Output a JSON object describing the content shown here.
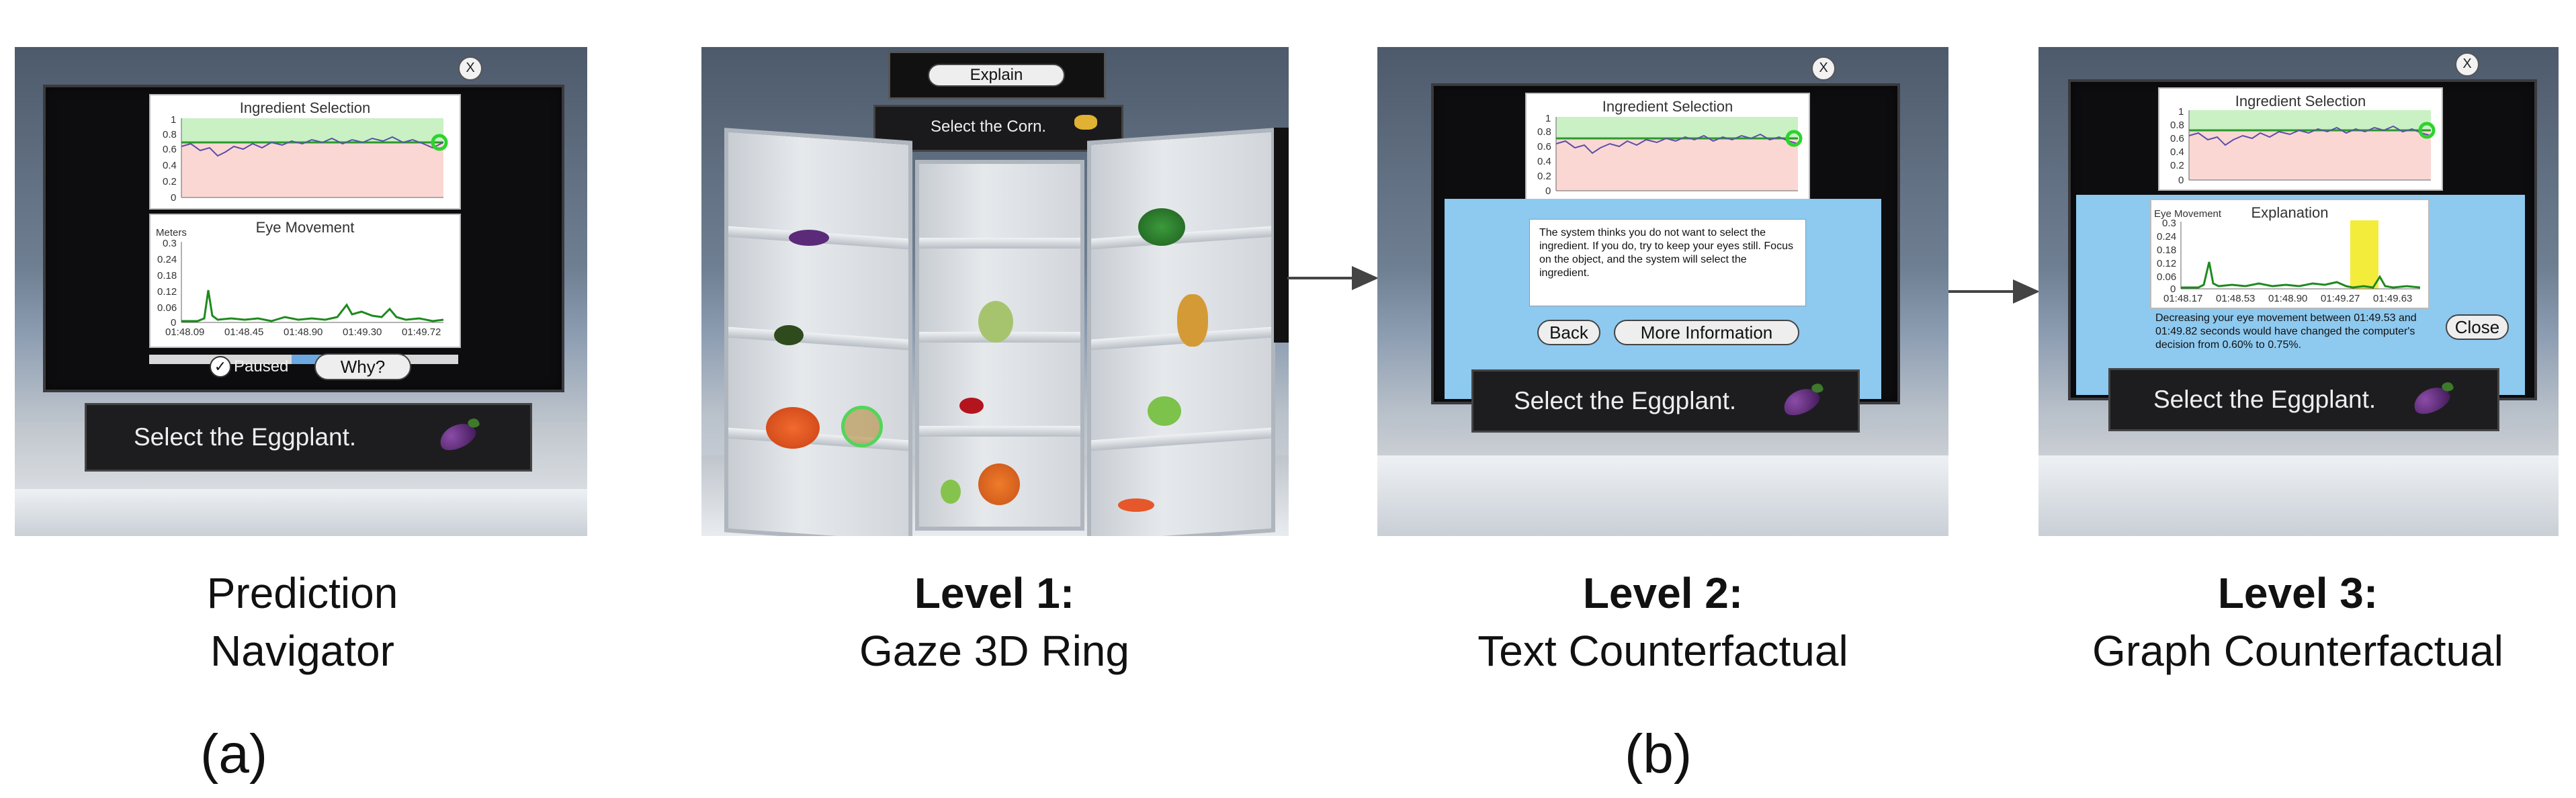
{
  "panel_a": {
    "chart_top": {
      "title": "Ingredient Selection",
      "y_ticks": [
        "1",
        "0.8",
        "0.6",
        "0.4",
        "0.2",
        "0"
      ]
    },
    "chart_bottom": {
      "title": "Eye Movement",
      "unit": "Meters",
      "y_ticks": [
        "0.3",
        "0.24",
        "0.18",
        "0.12",
        "0.06",
        "0"
      ],
      "x_ticks": [
        "01:48.09",
        "01:48.45",
        "01:48.90",
        "01:49.30",
        "01:49.72"
      ]
    },
    "paused_label": "Paused",
    "why_button": "Why?",
    "close_button": "X",
    "instruction": "Select the Eggplant."
  },
  "panel_b1": {
    "explain_button": "Explain",
    "instruction": "Select the Corn."
  },
  "panel_b2": {
    "close_button": "X",
    "chart_title": "Ingredient Selection",
    "y_ticks": [
      "1",
      "0.8",
      "0.6",
      "0.4",
      "0.2",
      "0"
    ],
    "message": "The system thinks you do not want to select the ingredient. If you do, try to keep your eyes still. Focus on the object, and the system will select the ingredient.",
    "back_button": "Back",
    "more_info_button": "More Information",
    "instruction": "Select the Eggplant."
  },
  "panel_b3": {
    "close_x": "X",
    "chart_title": "Ingredient Selection",
    "y_ticks": [
      "1",
      "0.8",
      "0.6",
      "0.4",
      "0.2",
      "0"
    ],
    "explanation_title": "Explanation",
    "explanation_unit": "Eye Movement",
    "explanation_y_ticks": [
      "0.3",
      "0.24",
      "0.18",
      "0.12",
      "0.06",
      "0"
    ],
    "explanation_x_ticks": [
      "01:48.17",
      "01:48.53",
      "01:48.90",
      "01:49.27",
      "01:49.63"
    ],
    "message": "Decreasing your eye movement between 01:49.53 and 01:49.82 seconds would have changed the computer's decision from 0.60% to 0.75%.",
    "close_button": "Close",
    "instruction": "Select the Eggplant."
  },
  "captions": {
    "a_line1": "Prediction",
    "a_line2": "Navigator",
    "l1_bold": "Level 1:",
    "l1_text": "Gaze 3D Ring",
    "l2_bold": "Level 2:",
    "l2_text": "Text Counterfactual",
    "l3_bold": "Level 3:",
    "l3_text": "Graph Counterfactual"
  },
  "sublabels": {
    "a": "(a)",
    "b": "(b)"
  },
  "colors": {
    "green_band": "#c9f1c4",
    "red_band": "#fbd7d4",
    "blue_panel": "#8ec9ef",
    "line_purple": "#5a4fa8",
    "line_green": "#1e8a1e"
  }
}
